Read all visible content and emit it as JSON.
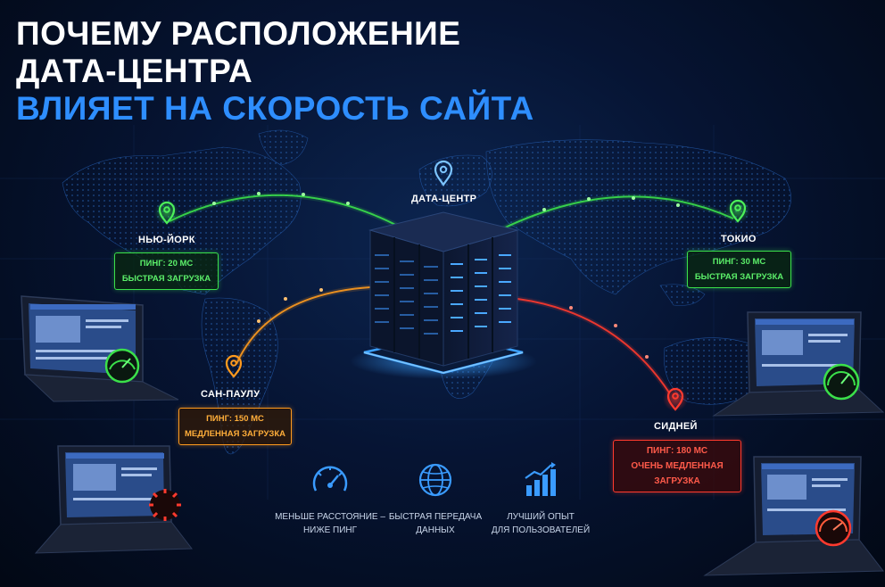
{
  "title": {
    "line1": "ПОЧЕМУ РАСПОЛОЖЕНИЕ",
    "line2": "ДАТА-ЦЕНТРА",
    "line3": "ВЛИЯЕТ НА СКОРОСТЬ САЙТА"
  },
  "datacenter": {
    "label": "ДАТА-ЦЕНТР"
  },
  "locations": {
    "new_york": {
      "name": "НЬЮ-ЙОРК",
      "ping": "ПИНГ: 20 МС",
      "status": "БЫСТРАЯ ЗАГРУЗКА",
      "color": "#3be04a"
    },
    "tokyo": {
      "name": "ТОКИО",
      "ping": "ПИНГ: 30 МС",
      "status": "БЫСТРАЯ ЗАГРУЗКА",
      "color": "#3be04a"
    },
    "sao_paulo": {
      "name": "САН-ПАУЛУ",
      "ping": "ПИНГ: 150 МС",
      "status": "МЕДЛЕННАЯ ЗАГРУЗКА",
      "color": "#ff9a1e"
    },
    "sydney": {
      "name": "СИДНЕЙ",
      "ping": "ПИНГ: 180 МС",
      "status_line1": "ОЧЕНЬ МЕДЛЕННАЯ",
      "status_line2": "ЗАГРУЗКА",
      "color": "#ff3a2e"
    }
  },
  "features": [
    {
      "icon": "speedometer-icon",
      "line1": "МЕНЬШЕ РАССТОЯНИЕ –",
      "line2": "НИЖЕ ПИНГ"
    },
    {
      "icon": "globe-icon",
      "line1": "БЫСТРАЯ ПЕРЕДАЧА",
      "line2": "ДАННЫХ"
    },
    {
      "icon": "growth-chart-icon",
      "line1": "ЛУЧШИЙ ОПЫТ",
      "line2": "ДЛЯ ПОЛЬЗОВАТЕЛЕЙ"
    }
  ],
  "colors": {
    "accent": "#2e8eff",
    "fast": "#3be04a",
    "slow": "#ff9a1e",
    "very_slow": "#ff3a2e",
    "background": "#061433"
  }
}
